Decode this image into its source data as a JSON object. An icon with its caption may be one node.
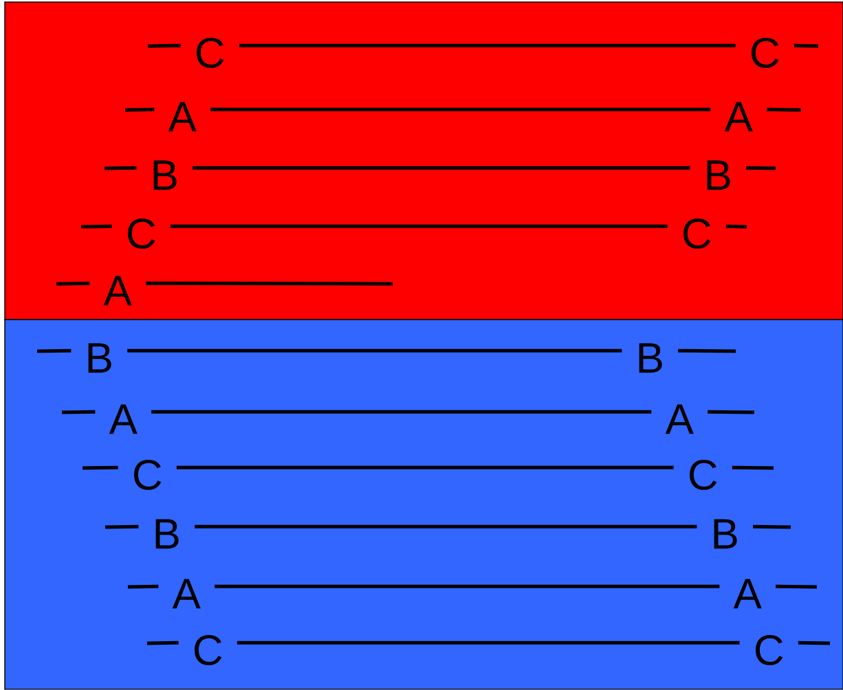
{
  "diagram": {
    "nodes": [
      {
        "text": [],
        "shape": "box"
      },
      {
        "text": [
          "C"
        ],
        "in": 0
      },
      {
        "text": [
          "C"
        ],
        "in": 0
      },
      {
        "text": [
          "A"
        ],
        "in": 0
      },
      {
        "text": [
          "A"
        ],
        "in": 0
      },
      {
        "text": [
          "B"
        ],
        "in": 0
      },
      {
        "text": [
          "B"
        ],
        "in": 0
      },
      {
        "text": [
          "C"
        ],
        "in": 0
      },
      {
        "text": [
          "C"
        ],
        "in": 0
      },
      {
        "text": [
          "A"
        ],
        "in": 0
      },
      {
        "text": [],
        "shape": "box"
      },
      {
        "text": [
          "B"
        ],
        "in": 10
      },
      {
        "text": [
          "B"
        ],
        "in": 10
      },
      {
        "text": [
          "A"
        ],
        "in": 10
      },
      {
        "text": [
          "A"
        ],
        "in": 10
      },
      {
        "text": [
          "C"
        ],
        "in": 10
      },
      {
        "text": [
          "C"
        ],
        "in": 10
      },
      {
        "text": [
          "B"
        ],
        "in": 10
      },
      {
        "text": [
          "B"
        ],
        "in": 10
      },
      {
        "text": [
          "A"
        ],
        "in": 10
      },
      {
        "text": [
          "A"
        ],
        "in": 10
      },
      {
        "text": [
          "C"
        ],
        "in": 10
      },
      {
        "text": [
          "C"
        ],
        "in": 10
      }
    ],
    "edges": [
      {
        "from": null,
        "to": 1,
        "arrow": "none"
      },
      {
        "from": 1,
        "to": 2,
        "arrow": "none"
      },
      {
        "from": 2,
        "to": null,
        "arrow": "none"
      },
      {
        "from": null,
        "to": 3,
        "arrow": "none"
      },
      {
        "from": 3,
        "to": 4,
        "arrow": "none"
      },
      {
        "from": 4,
        "to": null,
        "arrow": "none"
      },
      {
        "from": null,
        "to": 5,
        "arrow": "none"
      },
      {
        "from": 5,
        "to": 6,
        "arrow": "none"
      },
      {
        "from": 6,
        "to": null,
        "arrow": "none"
      },
      {
        "from": null,
        "to": 7,
        "arrow": "none"
      },
      {
        "from": 7,
        "to": 8,
        "arrow": "none"
      },
      {
        "from": 8,
        "to": null,
        "arrow": "none"
      },
      {
        "from": null,
        "to": 9,
        "arrow": "none"
      },
      {
        "from": 9,
        "to": null,
        "arrow": "none"
      },
      {
        "from": null,
        "to": 11,
        "arrow": "none"
      },
      {
        "from": 11,
        "to": 12,
        "arrow": "none"
      },
      {
        "from": 12,
        "to": null,
        "arrow": "none"
      },
      {
        "from": null,
        "to": 13,
        "arrow": "none"
      },
      {
        "from": 13,
        "to": 14,
        "arrow": "none"
      },
      {
        "from": 14,
        "to": null,
        "arrow": "none"
      },
      {
        "from": null,
        "to": 15,
        "arrow": "none"
      },
      {
        "from": 15,
        "to": 16,
        "arrow": "none"
      },
      {
        "from": 16,
        "to": null,
        "arrow": "none"
      },
      {
        "from": null,
        "to": 17,
        "arrow": "none"
      },
      {
        "from": 17,
        "to": 18,
        "arrow": "none"
      },
      {
        "from": 18,
        "to": null,
        "arrow": "none"
      },
      {
        "from": null,
        "to": 19,
        "arrow": "none"
      },
      {
        "from": 19,
        "to": 20,
        "arrow": "none"
      },
      {
        "from": 20,
        "to": null,
        "arrow": "none"
      },
      {
        "from": null,
        "to": 21,
        "arrow": "none"
      },
      {
        "from": 21,
        "to": 22,
        "arrow": "none"
      },
      {
        "from": 22,
        "to": null,
        "arrow": "none"
      }
    ]
  }
}
